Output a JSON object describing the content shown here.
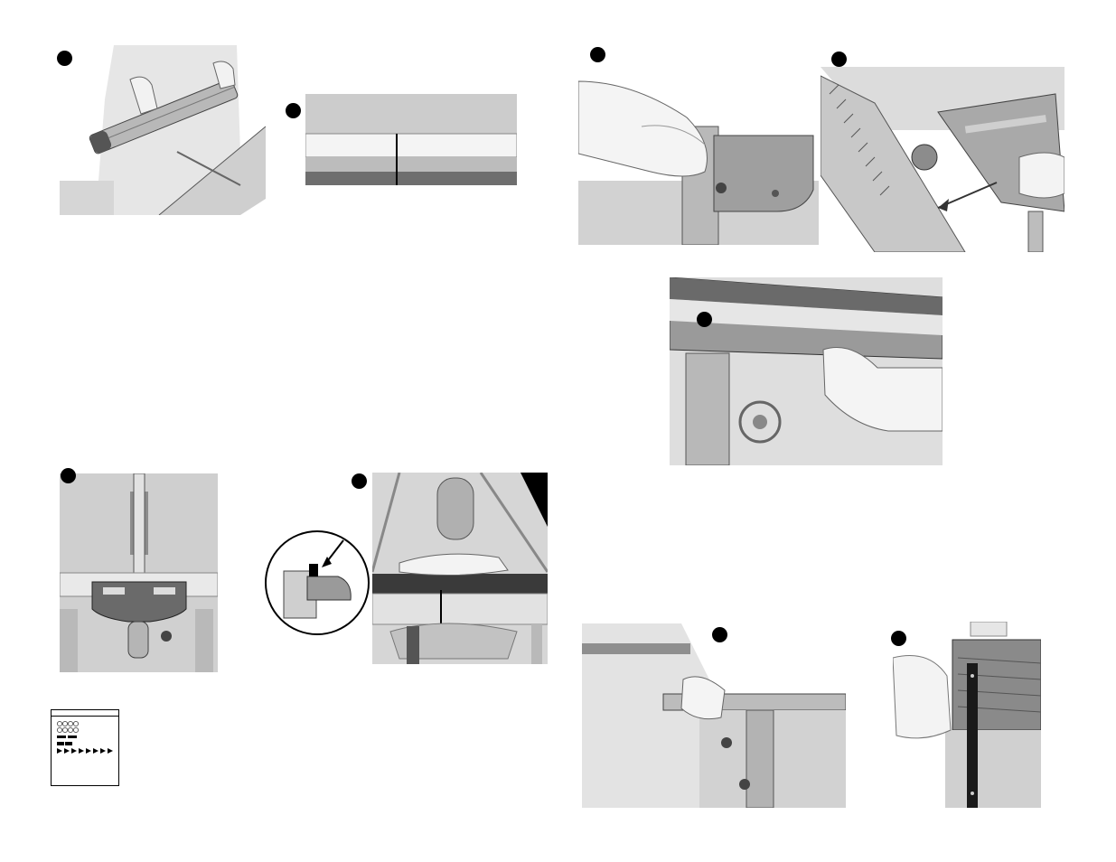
{
  "page": {
    "colors": {
      "ink": "#000000",
      "metal_light": "#d8d8d8",
      "metal_mid": "#b5b5b5",
      "metal_dark": "#6e6e6e",
      "paper": "#ffffff"
    }
  },
  "figures": [
    {
      "id": "fig-1",
      "icon": "hand-holding-fence-rail"
    },
    {
      "id": "fig-2",
      "icon": "rail-alignment-mark"
    },
    {
      "id": "fig-3",
      "icon": "hand-on-rail-bracket"
    },
    {
      "id": "fig-4",
      "icon": "fence-slide-on-rail-arrow"
    },
    {
      "id": "fig-5",
      "icon": "hand-on-extension-panel"
    },
    {
      "id": "fig-6",
      "icon": "fence-top-view-on-table"
    },
    {
      "id": "fig-7",
      "icon": "hand-on-rail-with-detail-circle"
    },
    {
      "id": "fig-8",
      "icon": "person-lifting-extension"
    },
    {
      "id": "fig-9",
      "icon": "hand-with-square-on-table"
    }
  ],
  "thumbnail": {
    "icon": "page-thumbnail"
  }
}
